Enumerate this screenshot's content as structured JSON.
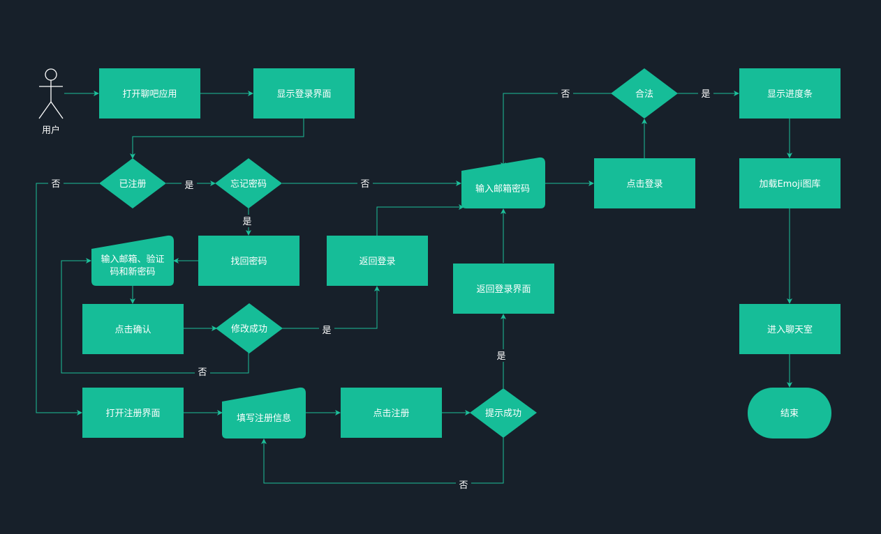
{
  "colors": {
    "background": "#17202a",
    "node": "#16bd98",
    "edge": "#1dbf9a",
    "text": "#ffffff"
  },
  "actor": {
    "label": "用户"
  },
  "nodes": {
    "open_app": "打开聊吧应用",
    "show_login": "显示登录界面",
    "registered": "已注册",
    "forgot_pwd": "忘记密码",
    "input_email_pwd": "输入邮箱密码",
    "click_login": "点击登录",
    "valid": "合法",
    "show_progress": "显示进度条",
    "load_emoji": "加载Emoji图库",
    "enter_chat": "进入聊天室",
    "end": "结束",
    "find_pwd": "找回密码",
    "input_reset_line1": "输入邮箱、验证",
    "input_reset_line2": "码和新密码",
    "back_login": "返回登录",
    "click_confirm": "点击确认",
    "modify_success": "修改成功",
    "back_login_page": "返回登录界面",
    "open_register": "打开注册界面",
    "fill_register": "填写注册信息",
    "click_register": "点击注册",
    "prompt_success": "提示成功"
  },
  "labels": {
    "yes": "是",
    "no": "否"
  }
}
